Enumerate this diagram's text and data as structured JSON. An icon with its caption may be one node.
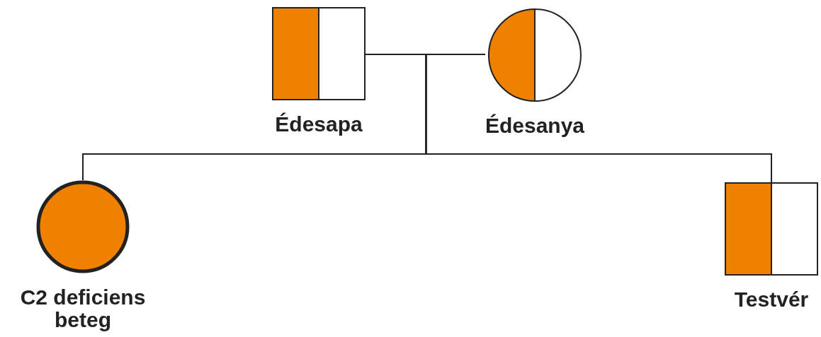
{
  "diagram": {
    "nodes": [
      {
        "text": [
          "Édesapa"
        ]
      },
      {
        "text": [
          "Édesanya"
        ]
      },
      {
        "text": [
          "C2 deficiens beteg"
        ]
      },
      {
        "text": [
          "Testvér"
        ]
      }
    ],
    "edges": [
      {
        "from": 0,
        "to": 1,
        "arrow": "none"
      },
      {
        "from": 0,
        "to": 2,
        "arrow": "none"
      },
      {
        "from": 0,
        "to": 3,
        "arrow": "none"
      },
      {
        "from": 1,
        "to": 2,
        "arrow": "none"
      },
      {
        "from": 1,
        "to": 3,
        "arrow": "none"
      }
    ]
  }
}
